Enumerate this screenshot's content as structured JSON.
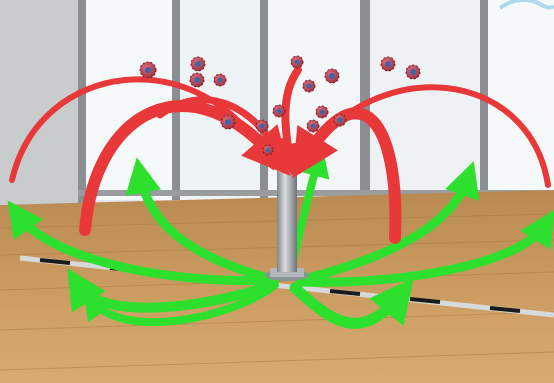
{
  "image": {
    "subject": "air-purification-airflow-illustration",
    "colors": {
      "floor": "#c99a5e",
      "floor_dark": "#9c6a36",
      "wall": "#e9eef0",
      "window_sky": "#f4f8fa",
      "mullion": "#8f8f8f",
      "column": "#a8acb0",
      "inflow_arrow": "#e8383a",
      "outflow_arrow": "#2ee02e",
      "particle": "#c94a5a",
      "particle_core": "#3a67a8"
    },
    "icons": [
      "virus-particle-icon",
      "air-purifier-column-icon"
    ],
    "arrow_groups": [
      {
        "name": "inflow-arrows",
        "count": 6
      },
      {
        "name": "outflow-arrows",
        "count": 8
      }
    ],
    "particle_count": 16
  }
}
